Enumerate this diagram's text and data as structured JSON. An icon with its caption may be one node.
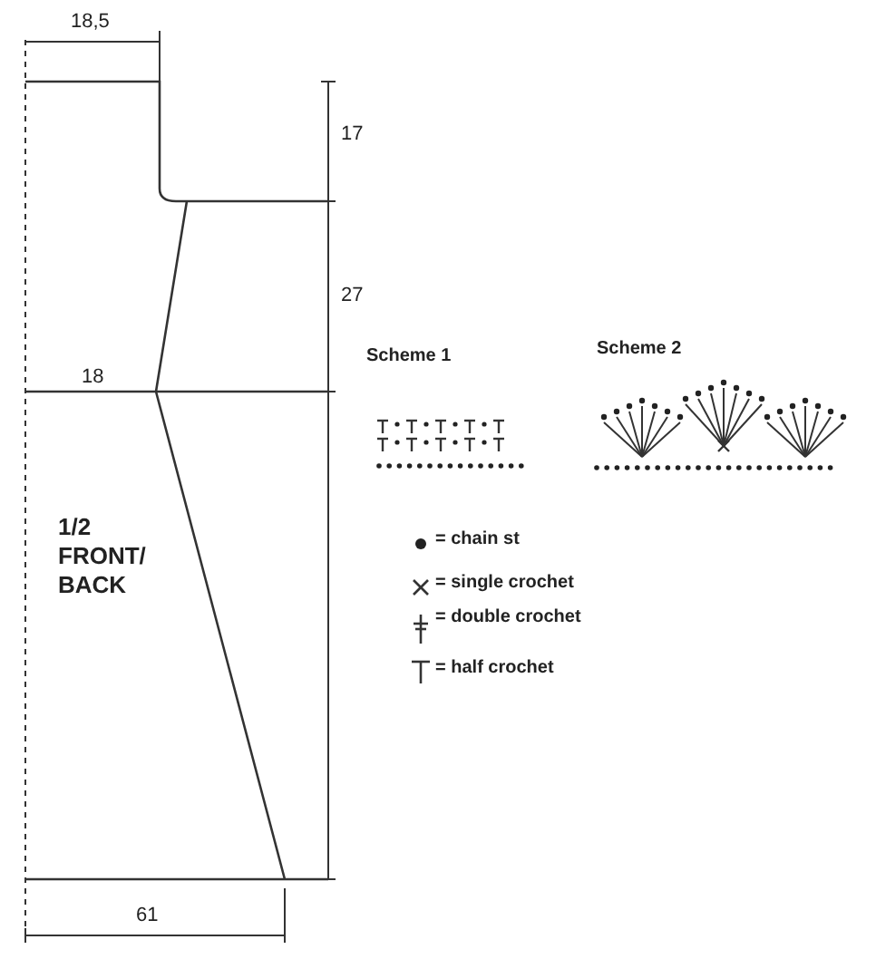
{
  "diagram": {
    "labels": [
      "18,5",
      "17",
      "27",
      "18",
      "1/2 FRONT/ BACK",
      "61",
      "Scheme 1",
      "Scheme 2"
    ],
    "legend": [
      {
        "text": "= chain st"
      },
      {
        "text": "= single crochet"
      },
      {
        "text": "= double crochet"
      },
      {
        "text": "= half crochet"
      }
    ]
  }
}
